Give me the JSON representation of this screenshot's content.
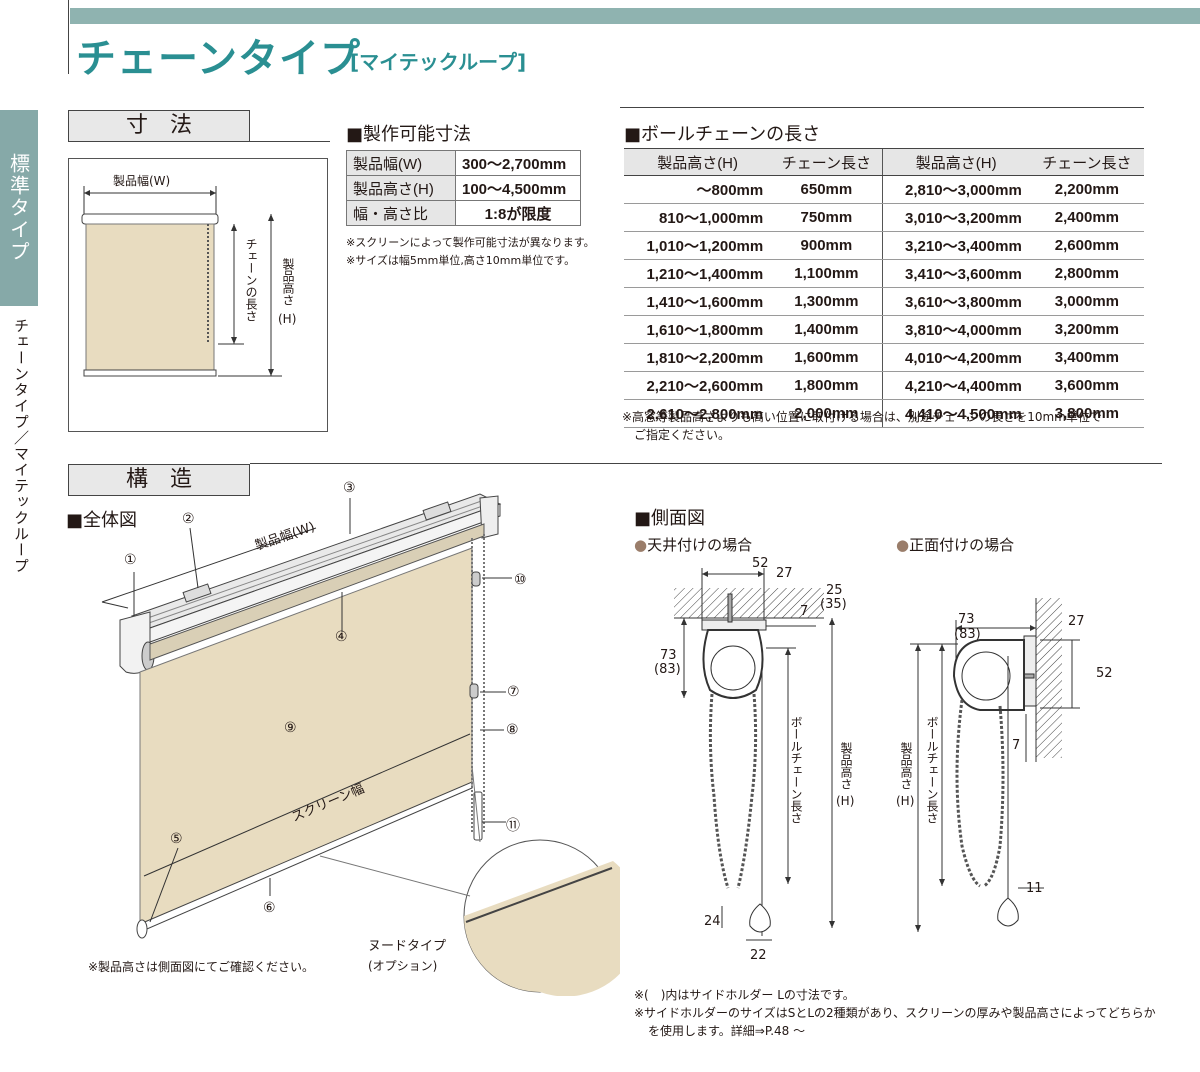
{
  "page": {
    "title": "チェーンタイプ",
    "subtitle": "[マイテックループ]",
    "side_tab": "標準タイプ",
    "side_text": "チェーンタイプ／マイテックループ"
  },
  "dimensions": {
    "section_label": "寸法",
    "diagram": {
      "width_label": "製品幅(W)",
      "chain_label": "チェーンの長さ",
      "height_label": "製品高さ",
      "height_unit": "(H)"
    },
    "production": {
      "heading": "■製作可能寸法",
      "rows": [
        {
          "label": "製品幅(W)",
          "value": "300〜2,700mm"
        },
        {
          "label": "製品高さ(H)",
          "value": "100〜4,500mm"
        },
        {
          "label": "幅・高さ比",
          "value": "1:8が限度"
        }
      ],
      "notes": [
        "※スクリーンによって製作可能寸法が異なります。",
        "※サイズは幅5mm単位,高さ10mm単位です。"
      ]
    },
    "chain": {
      "heading": "■ボールチェーンの長さ",
      "headers": [
        "製品高さ(H)",
        "チェーン長さ",
        "製品高さ(H)",
        "チェーン長さ"
      ],
      "rows": [
        [
          "〜800mm",
          "650mm",
          "2,810〜3,000mm",
          "2,200mm"
        ],
        [
          "810〜1,000mm",
          "750mm",
          "3,010〜3,200mm",
          "2,400mm"
        ],
        [
          "1,010〜1,200mm",
          "900mm",
          "3,210〜3,400mm",
          "2,600mm"
        ],
        [
          "1,210〜1,400mm",
          "1,100mm",
          "3,410〜3,600mm",
          "2,800mm"
        ],
        [
          "1,410〜1,600mm",
          "1,300mm",
          "3,610〜3,800mm",
          "3,000mm"
        ],
        [
          "1,610〜1,800mm",
          "1,400mm",
          "3,810〜4,000mm",
          "3,200mm"
        ],
        [
          "1,810〜2,200mm",
          "1,600mm",
          "4,010〜4,200mm",
          "3,400mm"
        ],
        [
          "2,210〜2,600mm",
          "1,800mm",
          "4,210〜4,400mm",
          "3,600mm"
        ],
        [
          "2,610〜2,800mm",
          "2,000mm",
          "4,410〜4,500mm",
          "3,800mm"
        ]
      ],
      "notes": [
        "※高窓等製品高さよりも高い位置に取付ける場合は、別途チェーンの長さを10mm単位で",
        "ご指定ください。"
      ]
    }
  },
  "structure": {
    "section_label": "構造",
    "overall_heading": "■全体図",
    "labels": {
      "width": "製品幅(W)",
      "screen_width": "スクリーン幅",
      "nude": "ヌードタイプ",
      "option": "(オプション)"
    },
    "callouts": [
      "①",
      "②",
      "③",
      "④",
      "⑤",
      "⑥",
      "⑦",
      "⑧",
      "⑨",
      "⑩",
      "⑪"
    ],
    "note": "※製品高さは側面図にてご確認ください。",
    "side_heading": "■側面図",
    "ceiling_heading": "天井付けの場合",
    "front_heading": "正面付けの場合",
    "ceiling_dims": [
      "52",
      "27",
      "25",
      "(35)",
      "7",
      "73",
      "(83)",
      "24",
      "22"
    ],
    "front_dims": [
      "73",
      "(83)",
      "27",
      "52",
      "7",
      "11"
    ],
    "chain_length_label": "ボールチェーン長さ",
    "height_label": "製品高さ",
    "height_unit": "(H)",
    "notes": [
      "※(　)内はサイドホルダー Lの寸法です。",
      "※サイドホルダーのサイズはSとLの2種類があり、スクリーンの厚みや製品高さによってどちらか",
      "を使用します。詳細⇒P.48 〜"
    ]
  }
}
